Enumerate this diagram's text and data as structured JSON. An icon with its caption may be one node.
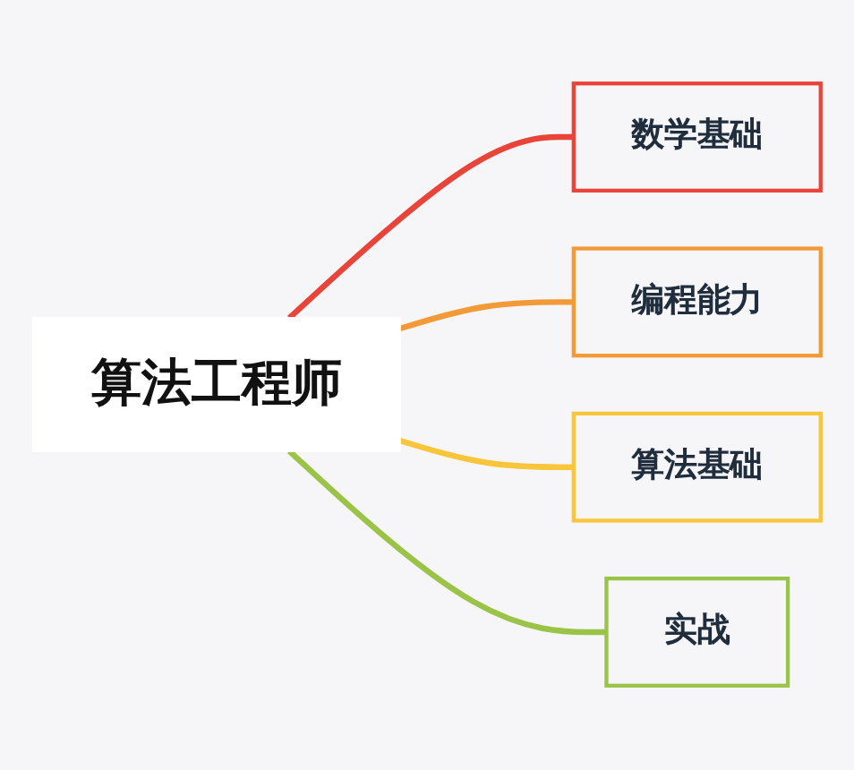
{
  "diagram": {
    "nodes": [
      {
        "text": [
          "算法工程师"
        ]
      },
      {
        "text": [
          "数学基础"
        ]
      },
      {
        "text": [
          "编程能力"
        ]
      },
      {
        "text": [
          "算法基础"
        ]
      },
      {
        "text": [
          "实战"
        ]
      }
    ],
    "edges": [
      {
        "from": 0,
        "to": 1,
        "arrow": "none",
        "color": "#e8443a"
      },
      {
        "from": 0,
        "to": 2,
        "arrow": "none",
        "color": "#f29a38"
      },
      {
        "from": 0,
        "to": 3,
        "arrow": "none",
        "color": "#f9c53b"
      },
      {
        "from": 0,
        "to": 4,
        "arrow": "none",
        "color": "#9bc348"
      }
    ]
  }
}
